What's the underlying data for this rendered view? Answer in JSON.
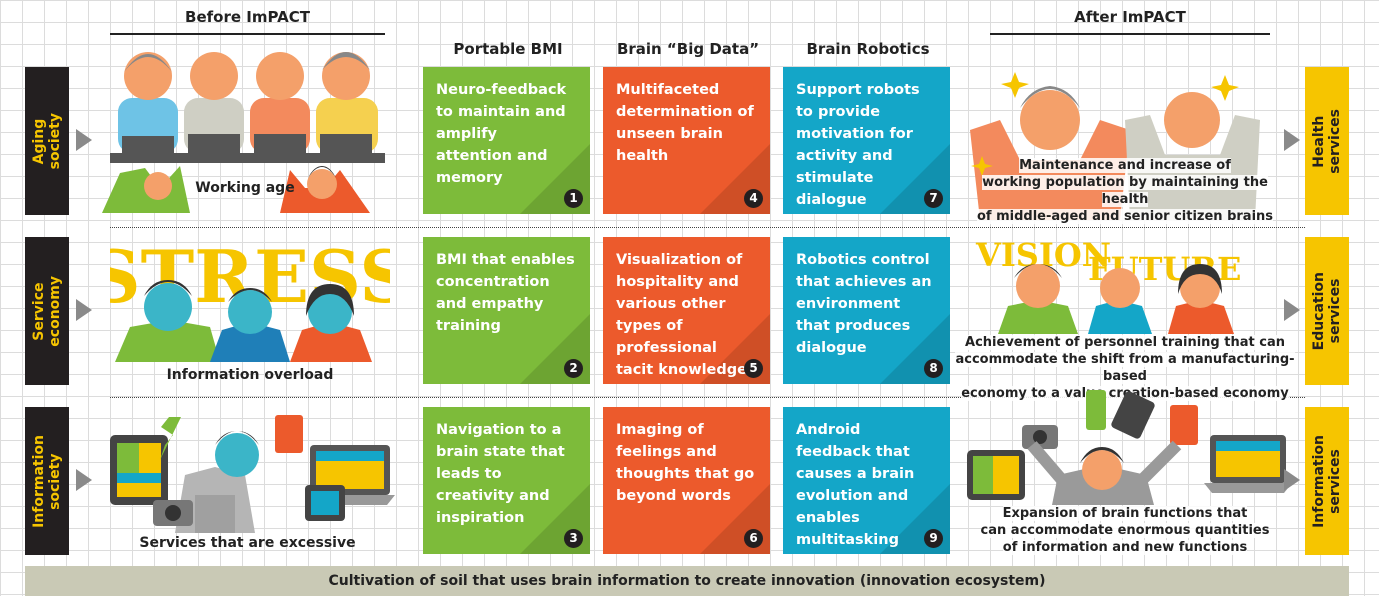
{
  "headers": {
    "before": "Before ImPACT",
    "bmi": "Portable BMI",
    "bigdata": "Brain “Big Data”",
    "robotics": "Brain Robotics",
    "after": "After ImPACT"
  },
  "rows": [
    {
      "left_label": "Aging\nsociety",
      "right_label": "Health\nservices",
      "before_caption": "Working age",
      "after_caption": "Maintenance and increase of\nworking population by maintaining the health\nof middle-aged and senior citizen brains",
      "cards": [
        {
          "text": "Neuro-feedback to maintain and amplify attention and memory",
          "num": "1"
        },
        {
          "text": "Multifaceted determination of unseen brain health",
          "num": "4"
        },
        {
          "text": "Support robots to provide motivation for activity and stimulate dialogue",
          "num": "7"
        }
      ]
    },
    {
      "left_label": "Service\neconomy",
      "right_label": "Education\nservices",
      "before_caption": "Information overload",
      "before_word": "STRESS",
      "after_words": [
        "VISION",
        "FUTURE"
      ],
      "after_caption": "Achievement of personnel training that can\naccommodate the shift from a manufacturing-based\neconomy to a value creation-based economy",
      "cards": [
        {
          "text": "BMI that enables concentration and empathy training",
          "num": "2"
        },
        {
          "text": "Visualization of hospitality and various other types of professional tacit knowledge",
          "num": "5"
        },
        {
          "text": "Robotics control that achieves an environment that produces dialogue",
          "num": "8"
        }
      ]
    },
    {
      "left_label": "Information\nsociety",
      "right_label": "Information\nservices",
      "before_caption": "Services that are excessive",
      "after_caption": "Expansion of brain functions that\ncan accommodate enormous quantities\nof information and new functions",
      "cards": [
        {
          "text": "Navigation to a brain state that leads to creativity and inspiration",
          "num": "3"
        },
        {
          "text": "Imaging of feelings and thoughts that go beyond words",
          "num": "6"
        },
        {
          "text": "Android feedback that causes a brain evolution and enables multitasking",
          "num": "9"
        }
      ]
    }
  ],
  "bottom": "Cultivation of soil that uses brain information to create innovation (innovation ecosystem)",
  "colors": {
    "bmi": "#7dbb3a",
    "bigdata": "#ec5a2c",
    "robotics": "#14a6c8",
    "left_label_bg": "#231f20",
    "right_label_bg": "#f6c500"
  }
}
